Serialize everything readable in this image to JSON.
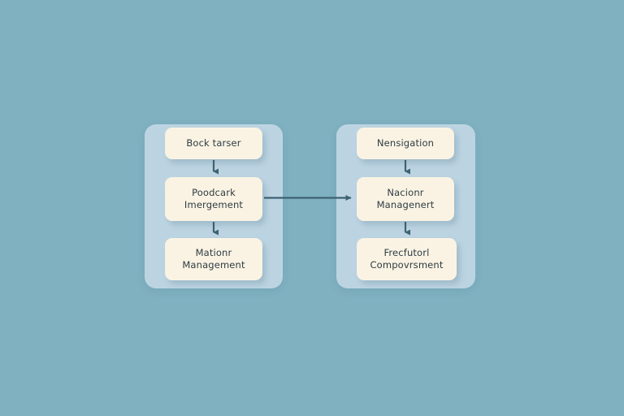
{
  "diagram": {
    "background_color": "#7fb1c1",
    "panel_color": "#bcd4e2",
    "node_color": "#faf3e3",
    "arrow_color": "#3d6272",
    "groups": [
      {
        "name": "left-group",
        "nodes": [
          {
            "id": "l1",
            "label": "Bock tarser"
          },
          {
            "id": "l2",
            "label": "Poodcark\nImergement"
          },
          {
            "id": "l3",
            "label": "Mationr\nManagement"
          }
        ]
      },
      {
        "name": "right-group",
        "nodes": [
          {
            "id": "r1",
            "label": "Nensigation"
          },
          {
            "id": "r2",
            "label": "Nacionr\nManagenert"
          },
          {
            "id": "r3",
            "label": "Frecfutorl\nCompovrsment"
          }
        ]
      }
    ],
    "connectors": [
      {
        "name": "left-1-to-2",
        "direction": "down"
      },
      {
        "name": "left-2-to-3",
        "direction": "down"
      },
      {
        "name": "right-1-to-2",
        "direction": "down"
      },
      {
        "name": "right-2-to-3",
        "direction": "down"
      },
      {
        "name": "left-2-to-right-2",
        "direction": "right"
      }
    ]
  }
}
